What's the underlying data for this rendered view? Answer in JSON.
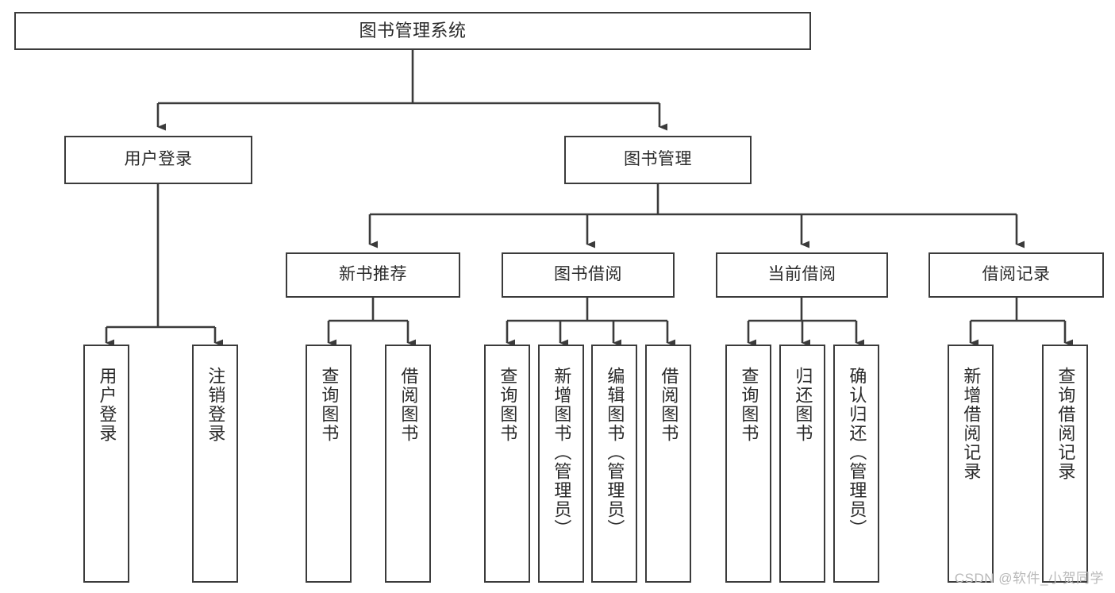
{
  "diagram": {
    "title": "图书管理系统",
    "type": "tree-hierarchy-diagram",
    "watermark": "CSDN @软件_小贺同学",
    "colors": {
      "stroke": "#3b3b3b",
      "fill": "#ffffff",
      "text": "#2b2b2b",
      "watermark": "#b9b9b9"
    },
    "root": {
      "label": "图书管理系统"
    },
    "level2": [
      {
        "label": "用户登录"
      },
      {
        "label": "图书管理"
      }
    ],
    "level3": [
      {
        "label": "新书推荐"
      },
      {
        "label": "图书借阅"
      },
      {
        "label": "当前借阅"
      },
      {
        "label": "借阅记录"
      }
    ],
    "leaves": {
      "user_login": [
        {
          "label": "用户登录"
        },
        {
          "label": "注销登录"
        }
      ],
      "new_book": [
        {
          "label": "查询图书"
        },
        {
          "label": "借阅图书"
        }
      ],
      "book_borrow": [
        {
          "label": "查询图书"
        },
        {
          "label": "新增图书（管理员）"
        },
        {
          "label": "编辑图书（管理员）"
        },
        {
          "label": "借阅图书"
        }
      ],
      "current_borrow": [
        {
          "label": "查询图书"
        },
        {
          "label": "归还图书"
        },
        {
          "label": "确认归还（管理员）"
        }
      ],
      "borrow_record": [
        {
          "label": "新增借阅记录"
        },
        {
          "label": "查询借阅记录"
        }
      ]
    }
  }
}
